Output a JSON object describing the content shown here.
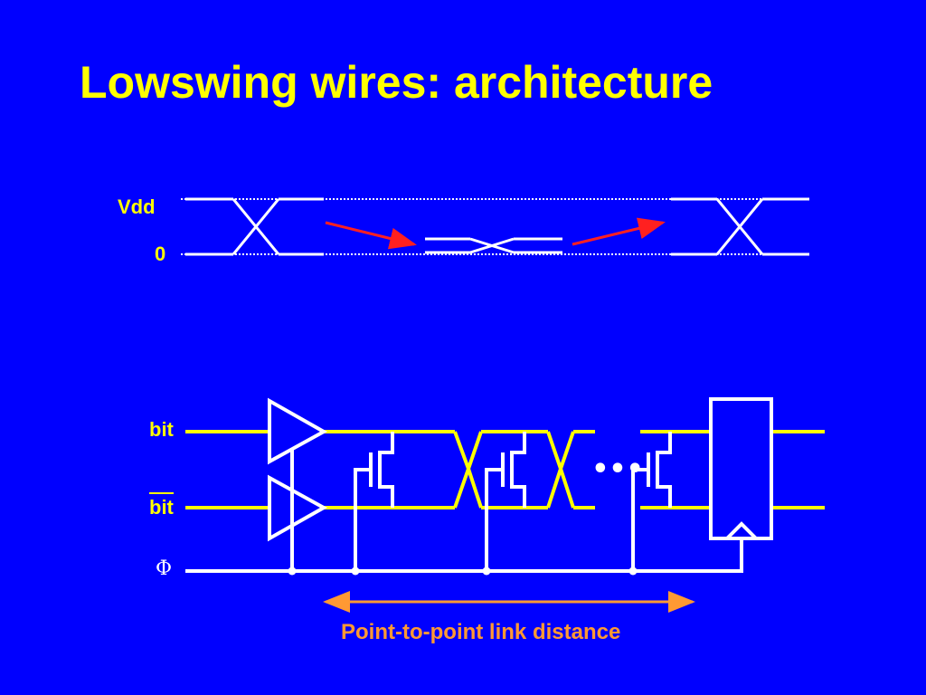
{
  "slide": {
    "title": "Lowswing wires: architecture"
  },
  "waveform": {
    "vdd_label": "Vdd",
    "zero_label": "0"
  },
  "circuit": {
    "bit_label": "bit",
    "bit_bar_label": "bit",
    "clock_label": "Φ",
    "ellipsis": "•••",
    "distance_label": "Point-to-point link distance"
  },
  "colors": {
    "background": "#0000ff",
    "title": "#ffff00",
    "wire": "#ffff00",
    "clock": "#ffffff",
    "arrow_red": "#ff2020",
    "distance": "#ff9933"
  }
}
